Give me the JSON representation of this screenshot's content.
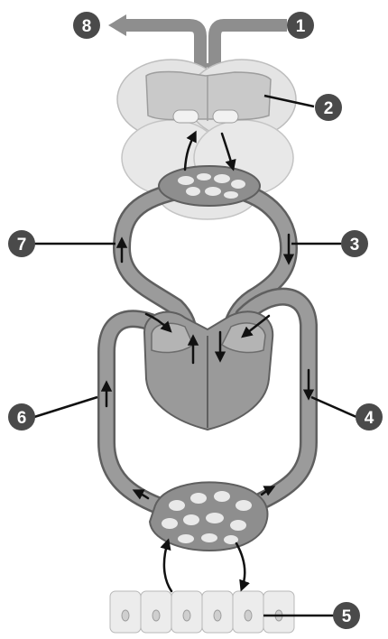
{
  "diagram": {
    "callouts": [
      {
        "id": "1",
        "label": "1"
      },
      {
        "id": "2",
        "label": "2"
      },
      {
        "id": "3",
        "label": "3"
      },
      {
        "id": "4",
        "label": "4"
      },
      {
        "id": "5",
        "label": "5"
      },
      {
        "id": "6",
        "label": "6"
      },
      {
        "id": "7",
        "label": "7"
      },
      {
        "id": "8",
        "label": "8"
      }
    ],
    "colors": {
      "vessel": "#8e8e8e",
      "vessel_edge": "#5f5f5f",
      "heart": "#9a9a9a",
      "lung": "#e2e2e2",
      "lung_shadow": "#c9c9c9",
      "badge": "#4a4a4a",
      "arrow": "#111111",
      "cells": "#ececec"
    }
  }
}
